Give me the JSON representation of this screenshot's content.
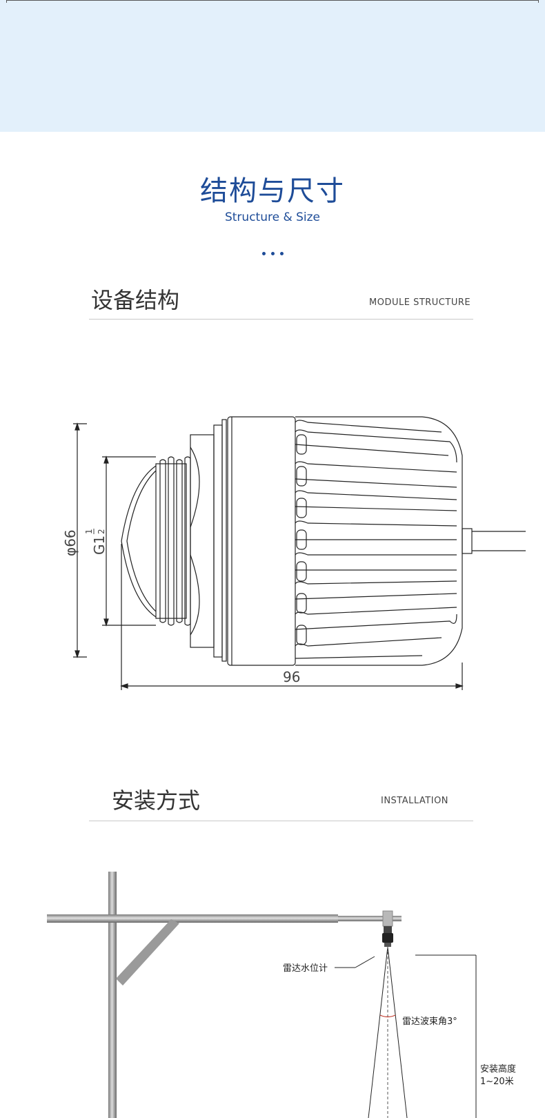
{
  "header": {
    "title": "结构与尺寸",
    "subtitle": "Structure & Size"
  },
  "module_section": {
    "title": "设备结构",
    "en_label": "MODULE STRUCTURE",
    "dim_diameter": "φ66",
    "dim_thread": "G1",
    "dim_thread_frac_top": "1",
    "dim_thread_frac_bottom": "2",
    "dim_length": "96"
  },
  "install_section": {
    "title": "安装方式",
    "en_label": "INSTALLATION",
    "label_device": "雷达水位计",
    "label_beam": "雷达波束角3°",
    "label_height_line1": "安装高度",
    "label_height_line2": "1~20米"
  },
  "colors": {
    "brand_blue": "#1e4c98",
    "band_bg": "#e3f0fb"
  }
}
